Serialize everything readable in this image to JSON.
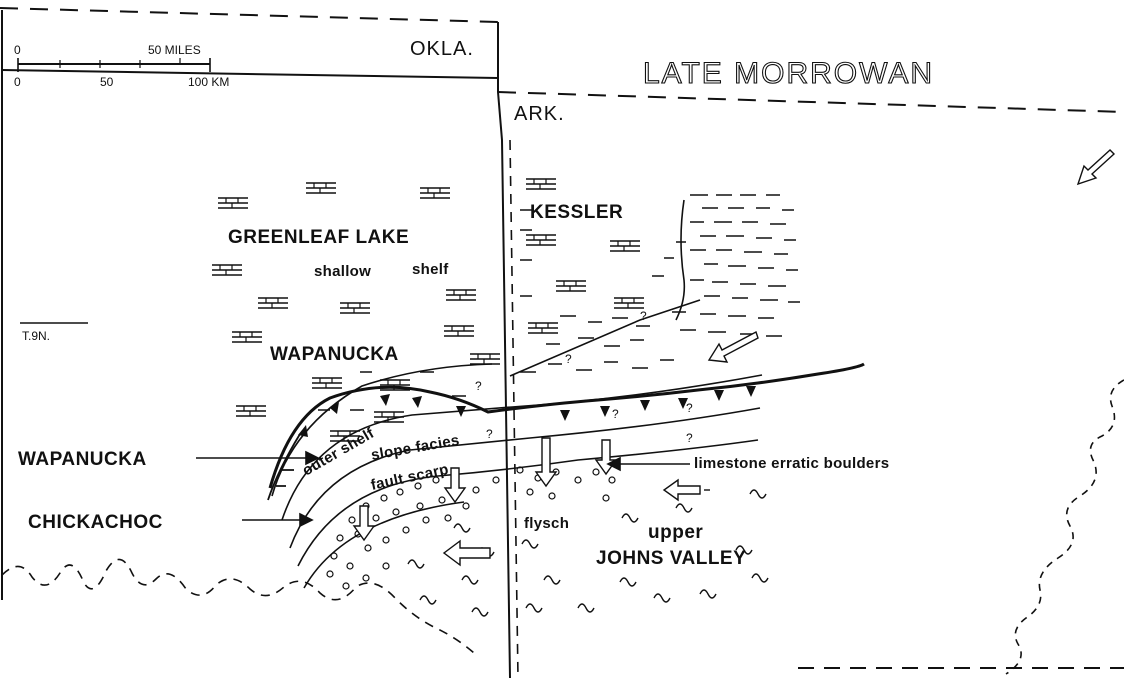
{
  "map": {
    "title": "LATE MORROWAN",
    "states": {
      "oklahoma": "OKLA.",
      "arkansas": "ARK."
    },
    "scale_bar": {
      "miles_zero": "0",
      "miles_label": "50 MILES",
      "km_zero": "0",
      "km_mid": "50",
      "km_label": "100 KM"
    },
    "township": "T.9N.",
    "units": {
      "greenleaf_lake": "GREENLEAF LAKE",
      "kessler": "KESSLER",
      "wapanucka_shelf": "WAPANUCKA",
      "wapanucka_left": "WAPANUCKA",
      "chickachoc": "CHICKACHOC",
      "johns_valley_upper": "upper",
      "johns_valley": "JOHNS VALLEY"
    },
    "facies": {
      "shallow": "shallow",
      "shelf": "shelf",
      "outer_shelf": "outer shelf",
      "slope_facies": "slope facies",
      "fault_scarp": "fault scarp",
      "flysch": "flysch",
      "erratic_boulders": "limestone erratic boulders"
    },
    "query_mark": "?",
    "colors": {
      "ink": "#111111",
      "paper": "#ffffff"
    }
  }
}
